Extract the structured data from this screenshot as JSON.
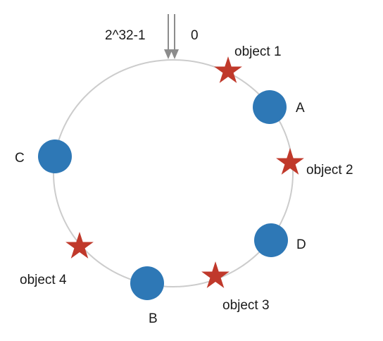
{
  "ring": {
    "top_left_label": "2^32-1",
    "top_right_label": "0",
    "ring_color": "#cccccc",
    "arrow_color": "#8c8c8c"
  },
  "nodes": [
    {
      "id": "A",
      "label": "A"
    },
    {
      "id": "B",
      "label": "B"
    },
    {
      "id": "C",
      "label": "C"
    },
    {
      "id": "D",
      "label": "D"
    }
  ],
  "objects": [
    {
      "id": "object-1",
      "label": "object 1"
    },
    {
      "id": "object-2",
      "label": "object 2"
    },
    {
      "id": "object-3",
      "label": "object 3"
    },
    {
      "id": "object-4",
      "label": "object 4"
    }
  ],
  "colors": {
    "node_fill": "#2e78b6",
    "object_fill": "#c0392b"
  },
  "icons": {
    "node": "circle",
    "object": "star"
  }
}
